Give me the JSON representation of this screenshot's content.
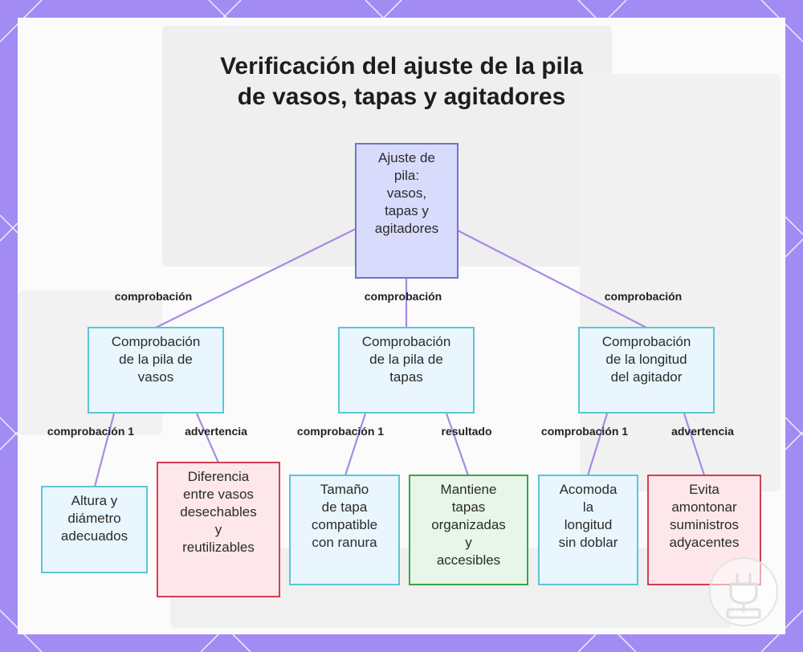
{
  "title": {
    "line1": "Verificación del ajuste de la pila",
    "line2": "de vasos, tapas y agitadores"
  },
  "nodes": {
    "root": [
      "Ajuste de",
      "pila:",
      "vasos,",
      "tapas y",
      "agitadores"
    ],
    "cups_check": [
      "Comprobación",
      "de la pila de",
      "vasos"
    ],
    "lids_check": [
      "Comprobación",
      "de la pila de",
      "tapas"
    ],
    "stirrer_check": [
      "Comprobación",
      "de la longitud",
      "del agitador"
    ],
    "cups_height": [
      "Altura y",
      "diámetro",
      "adecuados"
    ],
    "cups_warning": [
      "Diferencia",
      "entre vasos",
      "desechables",
      "y",
      "reutilizables"
    ],
    "lids_size": [
      "Tamaño",
      "de tapa",
      "compatible",
      "con ranura"
    ],
    "lids_result": [
      "Mantiene",
      "tapas",
      "organizadas",
      "y",
      "accesibles"
    ],
    "stirrer_fit": [
      "Acomoda",
      "la",
      "longitud",
      "sin doblar"
    ],
    "stirrer_warning": [
      "Evita",
      "amontonar",
      "suministros",
      "adyacentes"
    ]
  },
  "edge_labels": {
    "root_to_cups": "comprobación",
    "root_to_lids": "comprobación",
    "root_to_stirrer": "comprobación",
    "cups_to_height": "comprobación 1",
    "cups_to_warning": "advertencia",
    "lids_to_size": "comprobación 1",
    "lids_to_result": "resultado",
    "stirrer_to_fit": "comprobación 1",
    "stirrer_to_warning": "advertencia"
  },
  "colors": {
    "frame": "#a38bf4",
    "edge": "#a98ae6",
    "root_fill": "#d9dbfd",
    "root_border": "#6f74c6",
    "check_border": "#5ac6d8",
    "warning_border": "#d43d53",
    "result_border": "#3aa548"
  }
}
